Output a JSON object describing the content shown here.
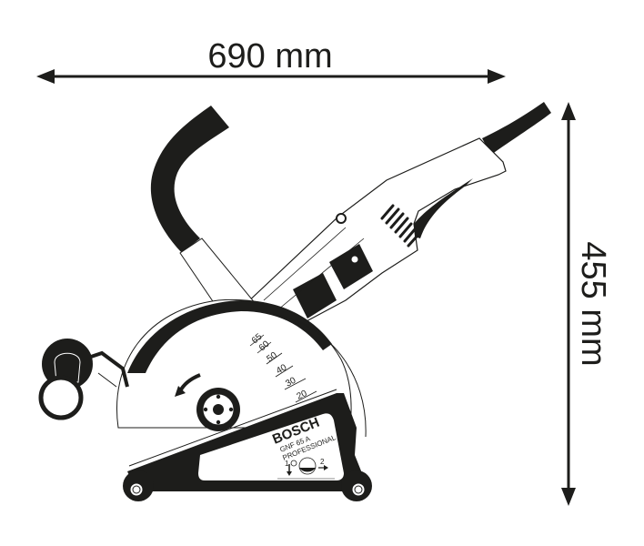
{
  "diagram": {
    "type": "product-dimension-drawing",
    "subject": "wall chaser / groove cutter",
    "colors": {
      "ink": "#1d1d1b",
      "background": "#ffffff"
    },
    "dimensions": {
      "width": {
        "label": "690 mm",
        "value": 690,
        "unit": "mm",
        "orientation": "horizontal"
      },
      "height": {
        "label": "455 mm",
        "value": 455,
        "unit": "mm",
        "orientation": "vertical"
      }
    },
    "depth_scale": {
      "marks": [
        "65",
        "60",
        "50",
        "40",
        "30",
        "20"
      ]
    },
    "nameplate": {
      "brand": "BOSCH",
      "model_line1": "GNF 65 A",
      "model_line2": "PROFESSIONAL",
      "instruction_step1": "1",
      "instruction_step2": "2"
    },
    "parts": [
      "extraction-hose",
      "motor-housing",
      "rear-handle",
      "power-cable",
      "blade-guard",
      "front-grip",
      "base-plate",
      "rollers",
      "depth-scale",
      "rotation-arrow",
      "flange"
    ]
  }
}
